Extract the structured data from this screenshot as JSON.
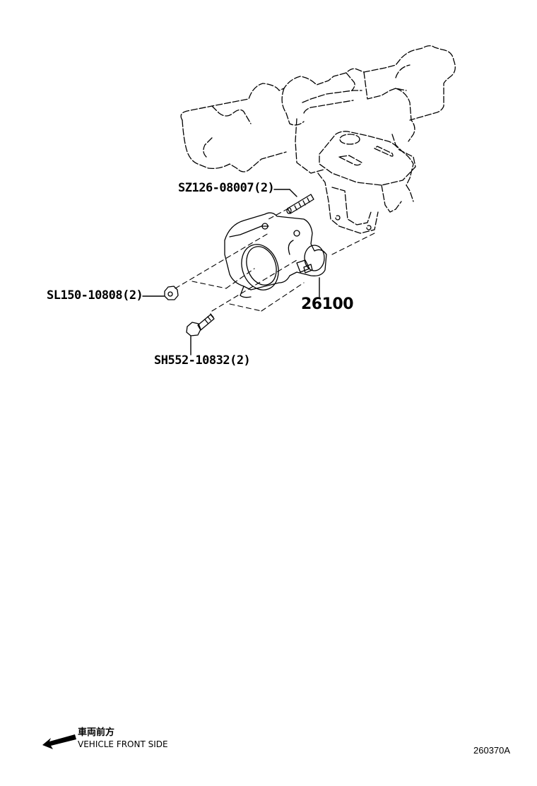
{
  "diagram": {
    "title": "Throttle body assembly exploded parts diagram",
    "parts": [
      {
        "id": "stud",
        "label": "SZ126-08007(2)",
        "part_number": "SZ126-08007",
        "quantity": 2
      },
      {
        "id": "nut",
        "label": "SL150-10808(2)",
        "part_number": "SL150-10808",
        "quantity": 2
      },
      {
        "id": "bolt",
        "label": "SH552-10832(2)",
        "part_number": "SH552-10832",
        "quantity": 2
      },
      {
        "id": "throttle-body",
        "label": "26100",
        "part_number": "26100",
        "quantity": 1
      }
    ],
    "orientation": {
      "japanese_label": "車両前方",
      "english_label": "VEHICLE FRONT SIDE",
      "arrow_icon": "arrow-left-down-icon"
    },
    "drawing_number": "260370A"
  }
}
